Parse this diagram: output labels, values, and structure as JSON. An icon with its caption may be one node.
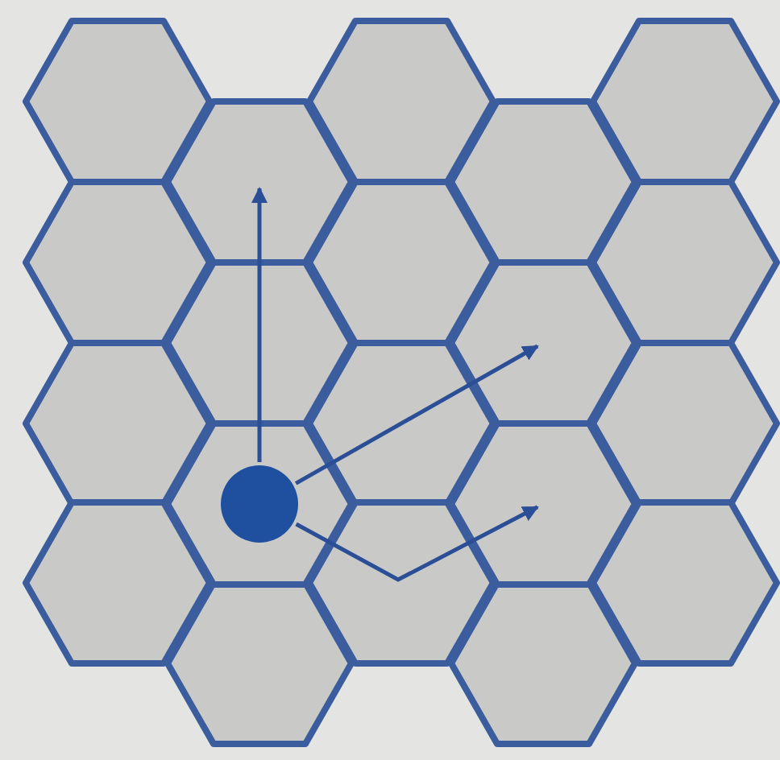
{
  "diagram": {
    "nodes": [
      {
        "text": [],
        "shape": "hexagon"
      },
      {
        "text": [],
        "shape": "hexagon"
      },
      {
        "text": [],
        "shape": "hexagon"
      },
      {
        "text": [],
        "shape": "hexagon"
      },
      {
        "text": [],
        "shape": "circle",
        "in": 2
      }
    ],
    "edges": [
      {
        "from": 4,
        "to": 0,
        "arrow": "to"
      },
      {
        "from": 4,
        "to": 1,
        "arrow": "to"
      },
      {
        "from": 4,
        "to": 3,
        "arrow": "to"
      }
    ]
  }
}
